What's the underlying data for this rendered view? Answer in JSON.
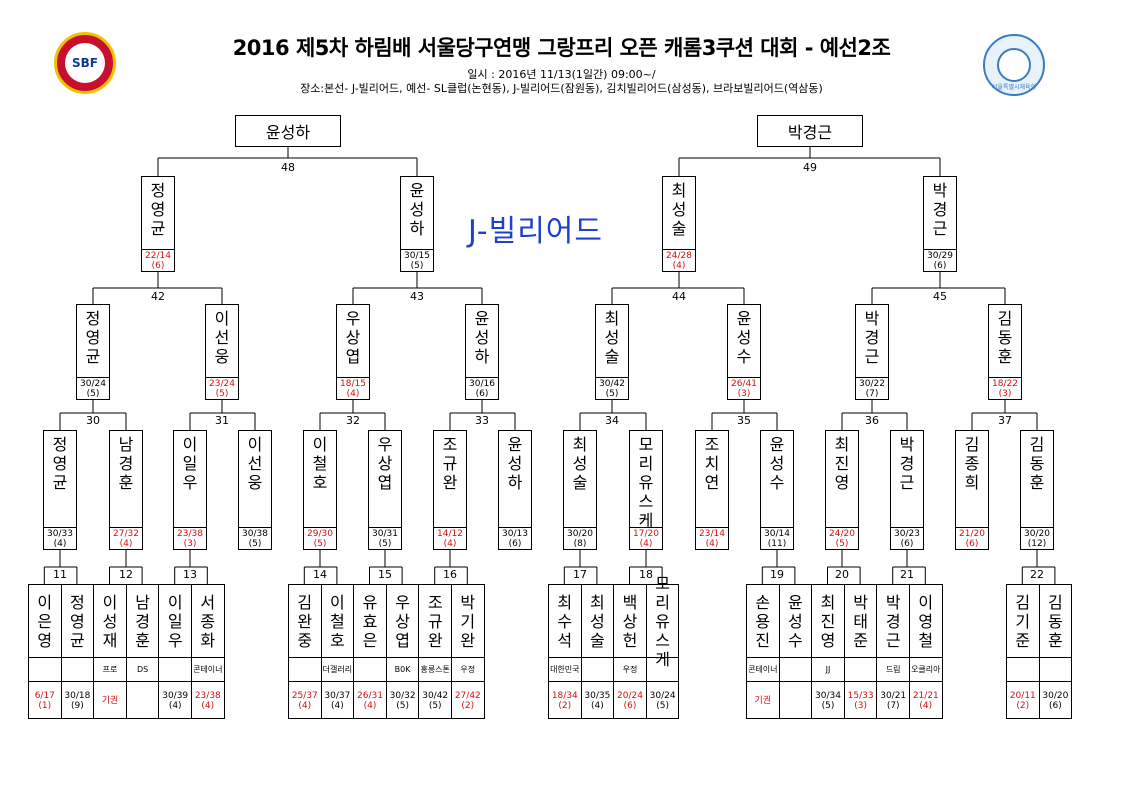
{
  "title": "2016 제5차 하림배 서울당구연맹 그랑프리 오픈 캐롬3쿠션 대회 - 예선2조",
  "subtitle_date": "일시 : 2016년 11/13(1일간) 09:00~/",
  "subtitle_place": "장소:본선- J-빌리어드, 예선- SL클럽(논현동), J-빌리어드(잠원동), 김치빌리어드(삼성동), 브라보빌리어드(역삼동)",
  "venue": "J-빌리어드",
  "logo_left_text": "SBF",
  "logo_right_text": "서울특별시체육회",
  "finalists": [
    {
      "name": "윤성하"
    },
    {
      "name": "박경근"
    }
  ],
  "match_numbers": {
    "m48": "48",
    "m49": "49",
    "m42": "42",
    "m43": "43",
    "m44": "44",
    "m45": "45",
    "m30": "30",
    "m31": "31",
    "m32": "32",
    "m33": "33",
    "m34": "34",
    "m35": "35",
    "m36": "36",
    "m37": "37",
    "m11": "11",
    "m12": "12",
    "m13": "13",
    "m14": "14",
    "m15": "15",
    "m16": "16",
    "m17": "17",
    "m18": "18",
    "m19": "19",
    "m20": "20",
    "m21": "21",
    "m22": "22"
  },
  "round2": [
    {
      "name": "정영균",
      "score": "22/14",
      "rank": "(6)",
      "red": true
    },
    {
      "name": "윤성하",
      "score": "30/15",
      "rank": "(5)",
      "red": false
    },
    {
      "name": "최성술",
      "score": "24/28",
      "rank": "(4)",
      "red": true
    },
    {
      "name": "박경근",
      "score": "30/29",
      "rank": "(6)",
      "red": false
    }
  ],
  "round3": [
    {
      "name": "정영균",
      "score": "30/24",
      "rank": "(5)",
      "red": false
    },
    {
      "name": "이선웅",
      "score": "23/24",
      "rank": "(5)",
      "red": true
    },
    {
      "name": "우상엽",
      "score": "18/15",
      "rank": "(4)",
      "red": true
    },
    {
      "name": "윤성하",
      "score": "30/16",
      "rank": "(6)",
      "red": false
    },
    {
      "name": "최성술",
      "score": "30/42",
      "rank": "(5)",
      "red": false
    },
    {
      "name": "윤성수",
      "score": "26/41",
      "rank": "(3)",
      "red": true
    },
    {
      "name": "박경근",
      "score": "30/22",
      "rank": "(7)",
      "red": false
    },
    {
      "name": "김동훈",
      "score": "18/22",
      "rank": "(3)",
      "red": true
    }
  ],
  "round4": [
    {
      "name": "정영균",
      "score": "30/33",
      "rank": "(4)",
      "red": false
    },
    {
      "name": "남경훈",
      "score": "27/32",
      "rank": "(4)",
      "red": true
    },
    {
      "name": "이일우",
      "score": "23/38",
      "rank": "(3)",
      "red": true
    },
    {
      "name": "이선웅",
      "score": "30/38",
      "rank": "(5)",
      "red": false
    },
    {
      "name": "이철호",
      "score": "29/30",
      "rank": "(5)",
      "red": true
    },
    {
      "name": "우상엽",
      "score": "30/31",
      "rank": "(5)",
      "red": false
    },
    {
      "name": "조규완",
      "score": "14/12",
      "rank": "(4)",
      "red": true
    },
    {
      "name": "윤성하",
      "score": "30/13",
      "rank": "(6)",
      "red": false
    },
    {
      "name": "최성술",
      "score": "30/20",
      "rank": "(8)",
      "red": false
    },
    {
      "name": "모리유스케",
      "score": "17/20",
      "rank": "(4)",
      "red": true
    },
    {
      "name": "조치연",
      "score": "23/14",
      "rank": "(4)",
      "red": true
    },
    {
      "name": "윤성수",
      "score": "30/14",
      "rank": "(11)",
      "red": false
    },
    {
      "name": "최진영",
      "score": "24/20",
      "rank": "(5)",
      "red": true
    },
    {
      "name": "박경근",
      "score": "30/23",
      "rank": "(6)",
      "red": false
    },
    {
      "name": "김종희",
      "score": "21/20",
      "rank": "(6)",
      "red": true
    },
    {
      "name": "김동훈",
      "score": "30/20",
      "rank": "(12)",
      "red": false
    }
  ],
  "bottom_groups": [
    {
      "players": [
        {
          "name": "이은영",
          "club": "",
          "score": "6/17",
          "rank": "(1)",
          "red": true
        },
        {
          "name": "정영균",
          "club": "",
          "score": "30/18",
          "rank": "(9)",
          "red": false
        },
        {
          "name": "이성재",
          "club": "프로",
          "score": "기권",
          "rank": "",
          "red": true
        },
        {
          "name": "남경훈",
          "club": "DS",
          "score": "",
          "rank": "",
          "red": false
        },
        {
          "name": "이일우",
          "club": "",
          "score": "30/39",
          "rank": "(4)",
          "red": false
        },
        {
          "name": "서종화",
          "club": "콘테이너",
          "score": "23/38",
          "rank": "(4)",
          "red": true
        }
      ]
    },
    {
      "players": [
        {
          "name": "김완중",
          "club": "",
          "score": "25/37",
          "rank": "(4)",
          "red": true
        },
        {
          "name": "이철호",
          "club": "더갤러리",
          "score": "30/37",
          "rank": "(4)",
          "red": false
        },
        {
          "name": "유효은",
          "club": "",
          "score": "26/31",
          "rank": "(4)",
          "red": true
        },
        {
          "name": "우상엽",
          "club": "B0K",
          "score": "30/32",
          "rank": "(5)",
          "red": false
        },
        {
          "name": "조규완",
          "club": "홍릉스톤",
          "score": "30/42",
          "rank": "(5)",
          "red": false
        },
        {
          "name": "박기완",
          "club": "우정",
          "score": "27/42",
          "rank": "(2)",
          "red": true
        }
      ]
    },
    {
      "players": [
        {
          "name": "최수석",
          "club": "대한민국",
          "score": "18/34",
          "rank": "(2)",
          "red": true
        },
        {
          "name": "최성술",
          "club": "",
          "score": "30/35",
          "rank": "(4)",
          "red": false
        },
        {
          "name": "백상헌",
          "club": "우정",
          "score": "20/24",
          "rank": "(6)",
          "red": true
        },
        {
          "name": "모리유스케",
          "club": "",
          "score": "30/24",
          "rank": "(5)",
          "red": false
        }
      ]
    },
    {
      "players": [
        {
          "name": "손용진",
          "club": "콘테이너",
          "score": "기권",
          "rank": "",
          "red": true
        },
        {
          "name": "윤성수",
          "club": "",
          "score": "",
          "rank": "",
          "red": false
        },
        {
          "name": "최진영",
          "club": "JJ",
          "score": "30/34",
          "rank": "(5)",
          "red": false
        },
        {
          "name": "박태준",
          "club": "",
          "score": "15/33",
          "rank": "(3)",
          "red": true
        },
        {
          "name": "박경근",
          "club": "드림",
          "score": "30/21",
          "rank": "(7)",
          "red": false
        },
        {
          "name": "이영철",
          "club": "오클리아",
          "score": "21/21",
          "rank": "(4)",
          "red": true
        }
      ]
    },
    {
      "players": [
        {
          "name": "김기준",
          "club": "",
          "score": "20/11",
          "rank": "(2)",
          "red": true
        },
        {
          "name": "김동훈",
          "club": "",
          "score": "30/20",
          "rank": "(6)",
          "red": false
        }
      ]
    }
  ]
}
